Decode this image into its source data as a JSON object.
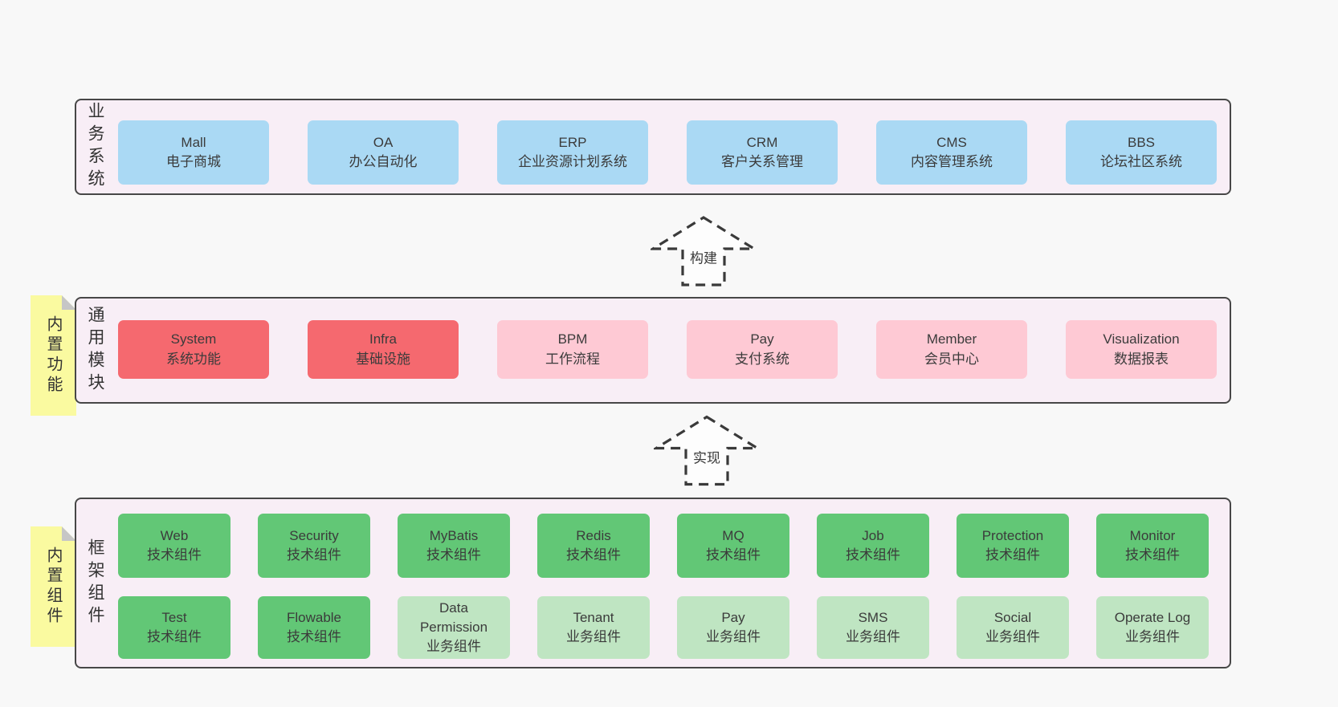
{
  "palette": {
    "page_bg": "#f8f8f8",
    "panel_bg": "#f8eef6",
    "panel_border": "#474747",
    "blue": "#aad9f4",
    "red": "#f5696f",
    "pink": "#fec9d4",
    "green": "#62c776",
    "green_light": "#bfe5c2",
    "note_yellow": "#fafaa0",
    "note_fold_gray": "#c6c6c6",
    "text": "#3b3b3b",
    "arrow_stroke": "#3a3a3a"
  },
  "notes": [
    {
      "label": "内置功能"
    },
    {
      "label": "内置组件"
    }
  ],
  "arrows": [
    {
      "label": "构建"
    },
    {
      "label": "实现"
    }
  ],
  "sections": [
    {
      "label": "业务系统",
      "boxes": [
        {
          "title": "Mall",
          "subtitle": "电子商城",
          "variant": "blue"
        },
        {
          "title": "OA",
          "subtitle": "办公自动化",
          "variant": "blue"
        },
        {
          "title": "ERP",
          "subtitle": "企业资源计划系统",
          "variant": "blue"
        },
        {
          "title": "CRM",
          "subtitle": "客户关系管理",
          "variant": "blue"
        },
        {
          "title": "CMS",
          "subtitle": "内容管理系统",
          "variant": "blue"
        },
        {
          "title": "BBS",
          "subtitle": "论坛社区系统",
          "variant": "blue"
        }
      ]
    },
    {
      "label": "通用模块",
      "boxes": [
        {
          "title": "System",
          "subtitle": "系统功能",
          "variant": "red"
        },
        {
          "title": "Infra",
          "subtitle": "基础设施",
          "variant": "red"
        },
        {
          "title": "BPM",
          "subtitle": "工作流程",
          "variant": "pink"
        },
        {
          "title": "Pay",
          "subtitle": "支付系统",
          "variant": "pink"
        },
        {
          "title": "Member",
          "subtitle": "会员中心",
          "variant": "pink"
        },
        {
          "title": "Visualization",
          "subtitle": "数据报表",
          "variant": "pink"
        }
      ]
    },
    {
      "label": "框架组件",
      "boxes": [
        {
          "title": "Web",
          "subtitle": "技术组件",
          "variant": "green"
        },
        {
          "title": "Security",
          "subtitle": "技术组件",
          "variant": "green"
        },
        {
          "title": "MyBatis",
          "subtitle": "技术组件",
          "variant": "green"
        },
        {
          "title": "Redis",
          "subtitle": "技术组件",
          "variant": "green"
        },
        {
          "title": "MQ",
          "subtitle": "技术组件",
          "variant": "green"
        },
        {
          "title": "Job",
          "subtitle": "技术组件",
          "variant": "green"
        },
        {
          "title": "Protection",
          "subtitle": "技术组件",
          "variant": "green"
        },
        {
          "title": "Monitor",
          "subtitle": "技术组件",
          "variant": "green"
        },
        {
          "title": "Test",
          "subtitle": "技术组件",
          "variant": "green"
        },
        {
          "title": "Flowable",
          "subtitle": "技术组件",
          "variant": "green"
        },
        {
          "title": "Data Permission",
          "subtitle": "业务组件",
          "variant": "green-light"
        },
        {
          "title": "Tenant",
          "subtitle": "业务组件",
          "variant": "green-light"
        },
        {
          "title": "Pay",
          "subtitle": "业务组件",
          "variant": "green-light"
        },
        {
          "title": "SMS",
          "subtitle": "业务组件",
          "variant": "green-light"
        },
        {
          "title": "Social",
          "subtitle": "业务组件",
          "variant": "green-light"
        },
        {
          "title": "Operate Log",
          "subtitle": "业务组件",
          "variant": "green-light"
        }
      ]
    }
  ]
}
